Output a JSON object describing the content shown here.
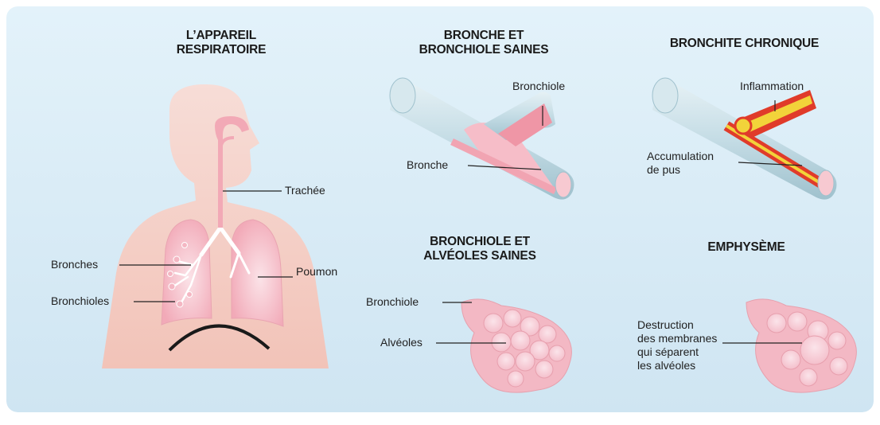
{
  "colors": {
    "background": "#dcedf7",
    "skin": "#f5cfc8",
    "lung": "#f7c3cc",
    "airway": "#ee8f9e",
    "bronchus_tissue": "#c9dfe7",
    "inflammation": "#e03b2a",
    "pus": "#f2d33a"
  },
  "panels": {
    "respiratory": {
      "title_lines": [
        "L’APPAREIL",
        "RESPIRATOIRE"
      ],
      "labels": {
        "trachea": "Trachée",
        "bronchi": "Bronches",
        "bronchioles": "Bronchioles",
        "lung": "Poumon"
      }
    },
    "healthy_bronchus": {
      "title_lines": [
        "BRONCHE ET",
        "BRONCHIOLE SAINES"
      ],
      "labels": {
        "bronchiole": "Bronchiole",
        "bronchus": "Bronche"
      }
    },
    "chronic_bronchitis": {
      "title_lines": [
        "BRONCHITE CHRONIQUE"
      ],
      "labels": {
        "inflammation": "Inflammation",
        "pus_lines": [
          "Accumulation",
          "de pus"
        ]
      }
    },
    "healthy_alveoli": {
      "title_lines": [
        "BRONCHIOLE ET",
        "ALVÉOLES SAINES"
      ],
      "labels": {
        "bronchiole": "Bronchiole",
        "alveoli": "Alvéoles"
      }
    },
    "emphysema": {
      "title_lines": [
        "EMPHYSÈME"
      ],
      "labels": {
        "destruction_lines": [
          "Destruction",
          "des membranes",
          "qui séparent",
          "les alvéoles"
        ]
      }
    }
  }
}
